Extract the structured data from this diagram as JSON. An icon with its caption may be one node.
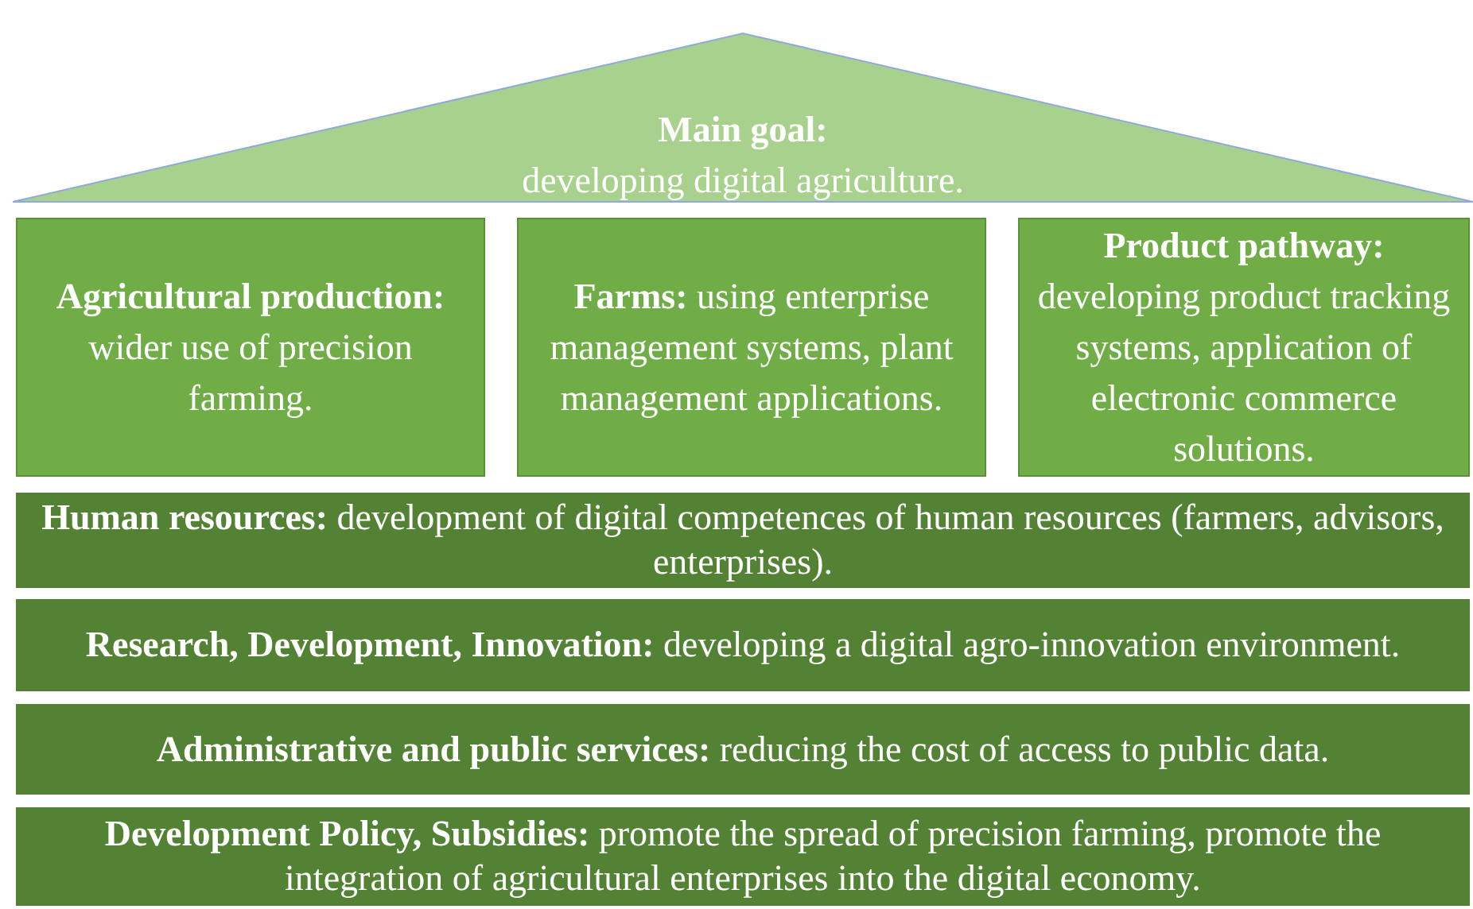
{
  "diagram": {
    "nodes": [
      {
        "text": [
          "Main goal:",
          "developing digital agriculture."
        ]
      },
      {
        "text": [
          "**Agricultural production:** wider use of precision farming."
        ]
      },
      {
        "text": [
          "**Farms:** using enterprise management systems, plant management applications."
        ]
      },
      {
        "text": [
          "**Product pathway:** developing product tracking systems, application of electronic commerce solutions."
        ]
      },
      {
        "text": [
          "**Human resources:** development of digital competences of human resources (farmers, advisors, enterprises)."
        ]
      },
      {
        "text": [
          "**Research, Development, Innovation:** developing a digital agro-innovation environment."
        ]
      },
      {
        "text": [
          "**Administrative and public services:** reducing the cost of access to public data."
        ]
      },
      {
        "text": [
          "**Development Policy, Subsidies:** promote the spread of precision farming, promote the integration of agricultural enterprises into the digital economy."
        ]
      }
    ]
  }
}
